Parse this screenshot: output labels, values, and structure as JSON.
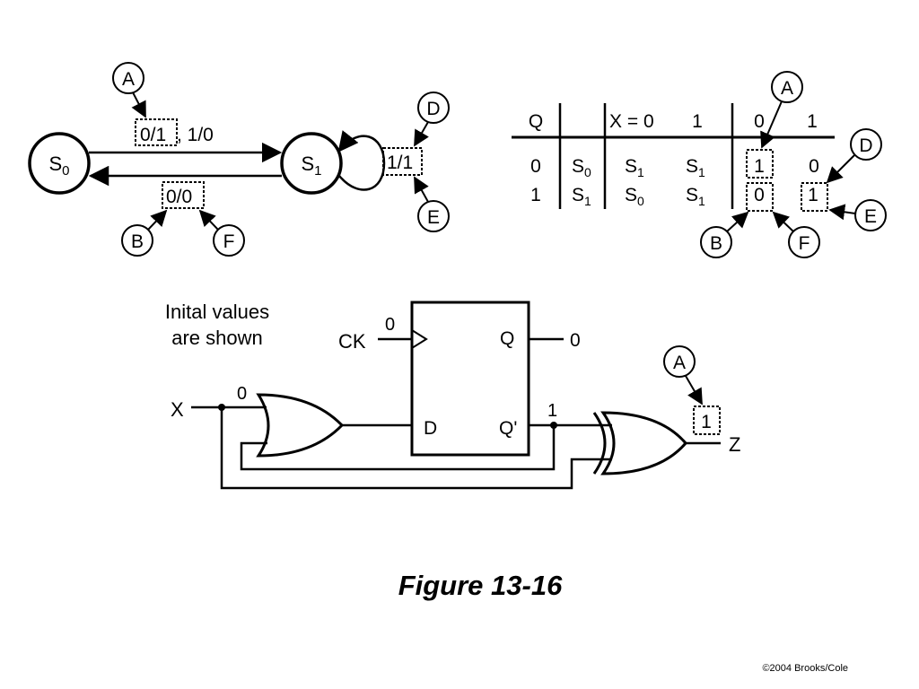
{
  "state_graph": {
    "states": [
      {
        "name": "S",
        "sub": "0"
      },
      {
        "name": "S",
        "sub": "1"
      }
    ],
    "top_transition_boxed": "0/1",
    "top_transition_rest": ", 1/0",
    "bottom_transition": "0/0",
    "self_loop": "1/1",
    "markers": [
      "A",
      "B",
      "D",
      "E",
      "F"
    ]
  },
  "table": {
    "header": {
      "q": "Q",
      "x0": "X = 0",
      "x1": "1",
      "z0": "0",
      "z1": "1"
    },
    "rows": [
      {
        "q": "0",
        "state": {
          "name": "S",
          "sub": "0"
        },
        "next0": {
          "name": "S",
          "sub": "1"
        },
        "next1": {
          "name": "S",
          "sub": "1"
        },
        "z0": "1",
        "z1": "0"
      },
      {
        "q": "1",
        "state": {
          "name": "S",
          "sub": "1"
        },
        "next0": {
          "name": "S",
          "sub": "0"
        },
        "next1": {
          "name": "S",
          "sub": "1"
        },
        "z0": "0",
        "z1": "1"
      }
    ],
    "markers": [
      "A",
      "B",
      "D",
      "E",
      "F"
    ]
  },
  "circuit": {
    "note_line1": "Inital values",
    "note_line2": "are shown",
    "ck_label": "CK",
    "ck_value": "0",
    "q_label": "Q",
    "q_value": "0",
    "d_label": "D",
    "qbar_label": "Q'",
    "qbar_value": "1",
    "x_label": "X",
    "x_value": "0",
    "z_label": "Z",
    "z_value": "1",
    "marker": "A"
  },
  "figure_title": "Figure 13-16",
  "copyright": "©2004 Brooks/Cole"
}
